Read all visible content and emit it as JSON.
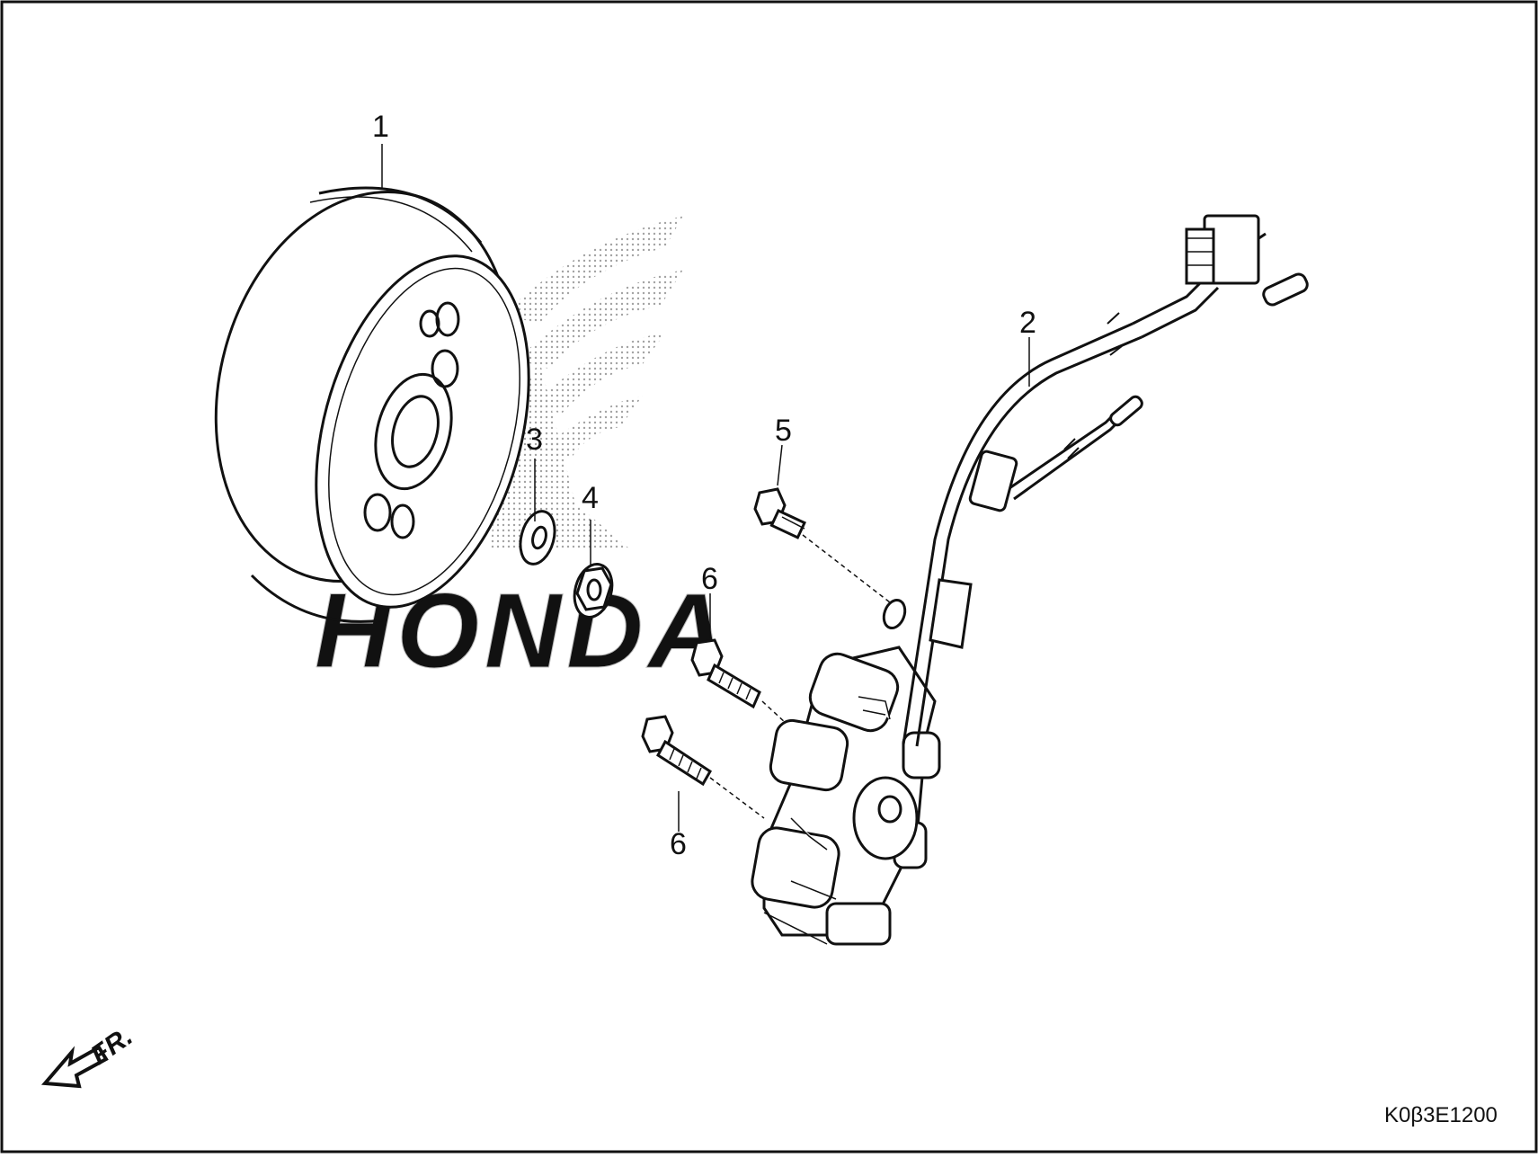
{
  "diagram": {
    "callouts": {
      "c1": "1",
      "c2": "2",
      "c3": "3",
      "c4": "4",
      "c5": "5",
      "c6a": "6",
      "c6b": "6"
    },
    "direction_label": "FR.",
    "figure_code": "K0β3E1200",
    "watermark_text": "HONDA"
  },
  "colors": {
    "line": "#111111",
    "watermark": "#bbbbbb",
    "background": "#ffffff"
  }
}
